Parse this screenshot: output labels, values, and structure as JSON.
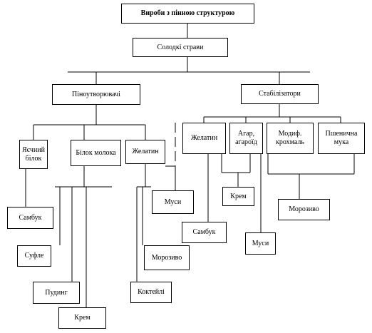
{
  "nodes": {
    "root": "Вироби з пінною структурою",
    "sweet": "Солодкі страви",
    "foam": "Піноутворювачі",
    "stab": "Стабілізатори",
    "egg": "Яєчний\nбілок",
    "milk": "Білок молока",
    "gel1": "Желатин",
    "gel2": "Желатин",
    "agar": "Агар,\nагароїд",
    "starch": "Модиф.\nкрохмаль",
    "flour": "Пшенична\nмука",
    "sambuk1": "Самбук",
    "souffle": "Суфле",
    "pudding": "Пудинг",
    "cream1": "Крем",
    "mousse1": "Муси",
    "ice1": "Морозиво",
    "cocktail": "Коктейлі",
    "cream2": "Крем",
    "sambuk2": "Самбук",
    "mousse2": "Муси",
    "ice2": "Морозиво"
  },
  "colors": {
    "line": "#000000",
    "box_border": "#000000",
    "background": "#ffffff"
  }
}
